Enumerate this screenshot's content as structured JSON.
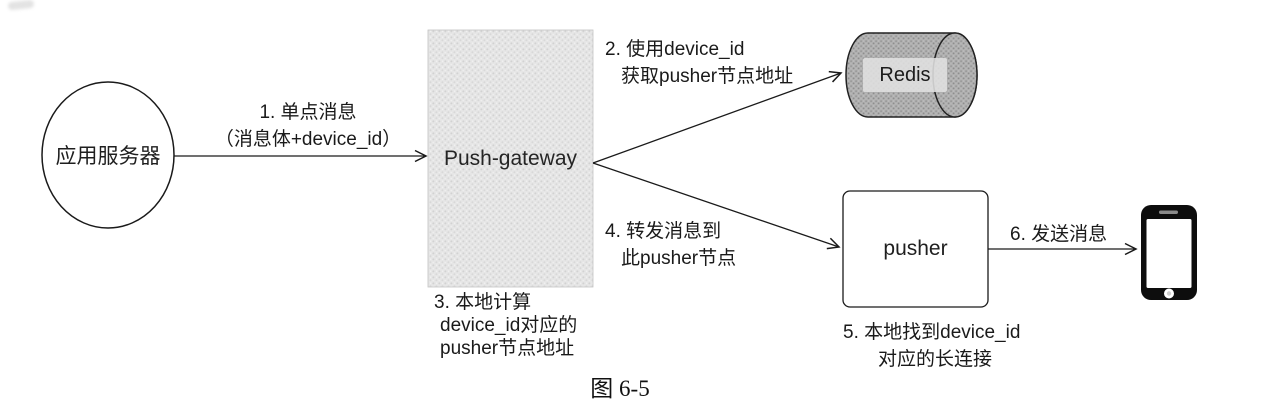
{
  "figure": {
    "caption": "图 6-5"
  },
  "nodes": {
    "app_server": {
      "label": "应用服务器"
    },
    "push_gateway": {
      "label": "Push-gateway"
    },
    "redis": {
      "label": "Redis"
    },
    "pusher": {
      "label": "pusher"
    },
    "phone": {
      "icon": "smartphone-icon"
    }
  },
  "steps": {
    "step1": {
      "line1": "1. 单点消息",
      "line2": "（消息体+device_id）"
    },
    "step2": {
      "line1": "2. 使用device_id",
      "line2": "获取pusher节点地址"
    },
    "step3": {
      "line1": "3. 本地计算",
      "line2": "device_id对应的",
      "line3": "pusher节点地址"
    },
    "step4": {
      "line1": "4. 转发消息到",
      "line2": "此pusher节点"
    },
    "step5": {
      "line1": "5. 本地找到device_id",
      "line2": "对应的长连接"
    },
    "step6": {
      "line1": "6. 发送消息"
    }
  },
  "colors": {
    "line": "#1a1a1a",
    "gateway_fill": "#e4e4e4",
    "redis_fill": "#afafaf",
    "phone_body": "#0d0d0d",
    "background": "#ffffff"
  }
}
